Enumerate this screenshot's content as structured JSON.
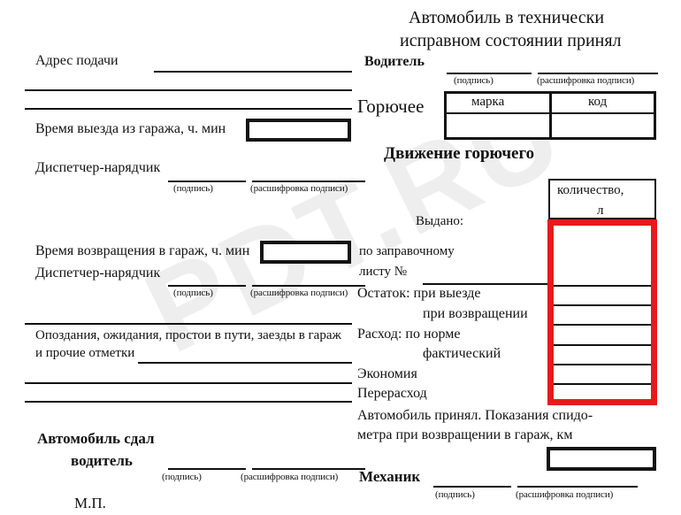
{
  "document": {
    "watermark": "PDT.RU",
    "accent_color": "#e8191c",
    "ink_color": "#111111"
  },
  "header": {
    "title_line1": "Автомобиль в технически",
    "title_line2": "исправном состоянии принял",
    "driver_label": "Водитель",
    "signature_caption": "(подпись)",
    "transcript_caption": "(расшифровка подписи)"
  },
  "fuel": {
    "label": "Горючее",
    "columns": [
      "марка",
      "код"
    ],
    "values": [
      "",
      ""
    ],
    "movement_title": "Движение горючего",
    "qty_header_line1": "количество,",
    "qty_header_line2": "л",
    "rows": [
      {
        "label": "Выдано:",
        "value": ""
      },
      {
        "label": "по заправочному",
        "value": ""
      },
      {
        "label": "листу №",
        "value": ""
      },
      {
        "label": "Остаток: при выезде",
        "value": ""
      },
      {
        "label": "при возвращении",
        "value": ""
      },
      {
        "label": "Расход: по норме",
        "value": ""
      },
      {
        "label": "фактический",
        "value": ""
      },
      {
        "label": "Экономия",
        "value": ""
      },
      {
        "label": "Перерасход",
        "value": ""
      }
    ]
  },
  "left": {
    "address_label": "Адрес подачи",
    "departure_label": "Время выезда из гаража, ч. мин",
    "departure_value": "",
    "dispatcher_label_1": "Диспетчер-нарядчик",
    "return_label": "Время возвращения в гараж, ч. мин",
    "return_value": "",
    "dispatcher_label_2": "Диспетчер-нарядчик",
    "delays_line1": "Опоздания, ожидания, простои в пути, заезды в гараж",
    "delays_line2": "и прочие отметки",
    "handover_line1": "Автомобиль сдал",
    "handover_line2": "водитель",
    "stamp_label": "М.П.",
    "signature_caption": "(подпись)",
    "transcript_caption": "(расшифровка подписи)"
  },
  "footer": {
    "accept_line1": "Автомобиль принял. Показания спидо-",
    "accept_line2": "метра при возвращении в гараж, км",
    "odometer_value": "",
    "mechanic_label": "Механик",
    "signature_caption": "(подпись)",
    "transcript_caption": "(расшифровка подписи)"
  }
}
